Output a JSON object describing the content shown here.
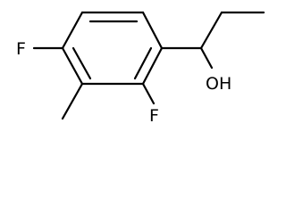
{
  "molecule": {
    "atom_labels": {
      "fluorine_top": "F",
      "fluorine_bottom": "F",
      "hydroxyl": "OH"
    }
  }
}
